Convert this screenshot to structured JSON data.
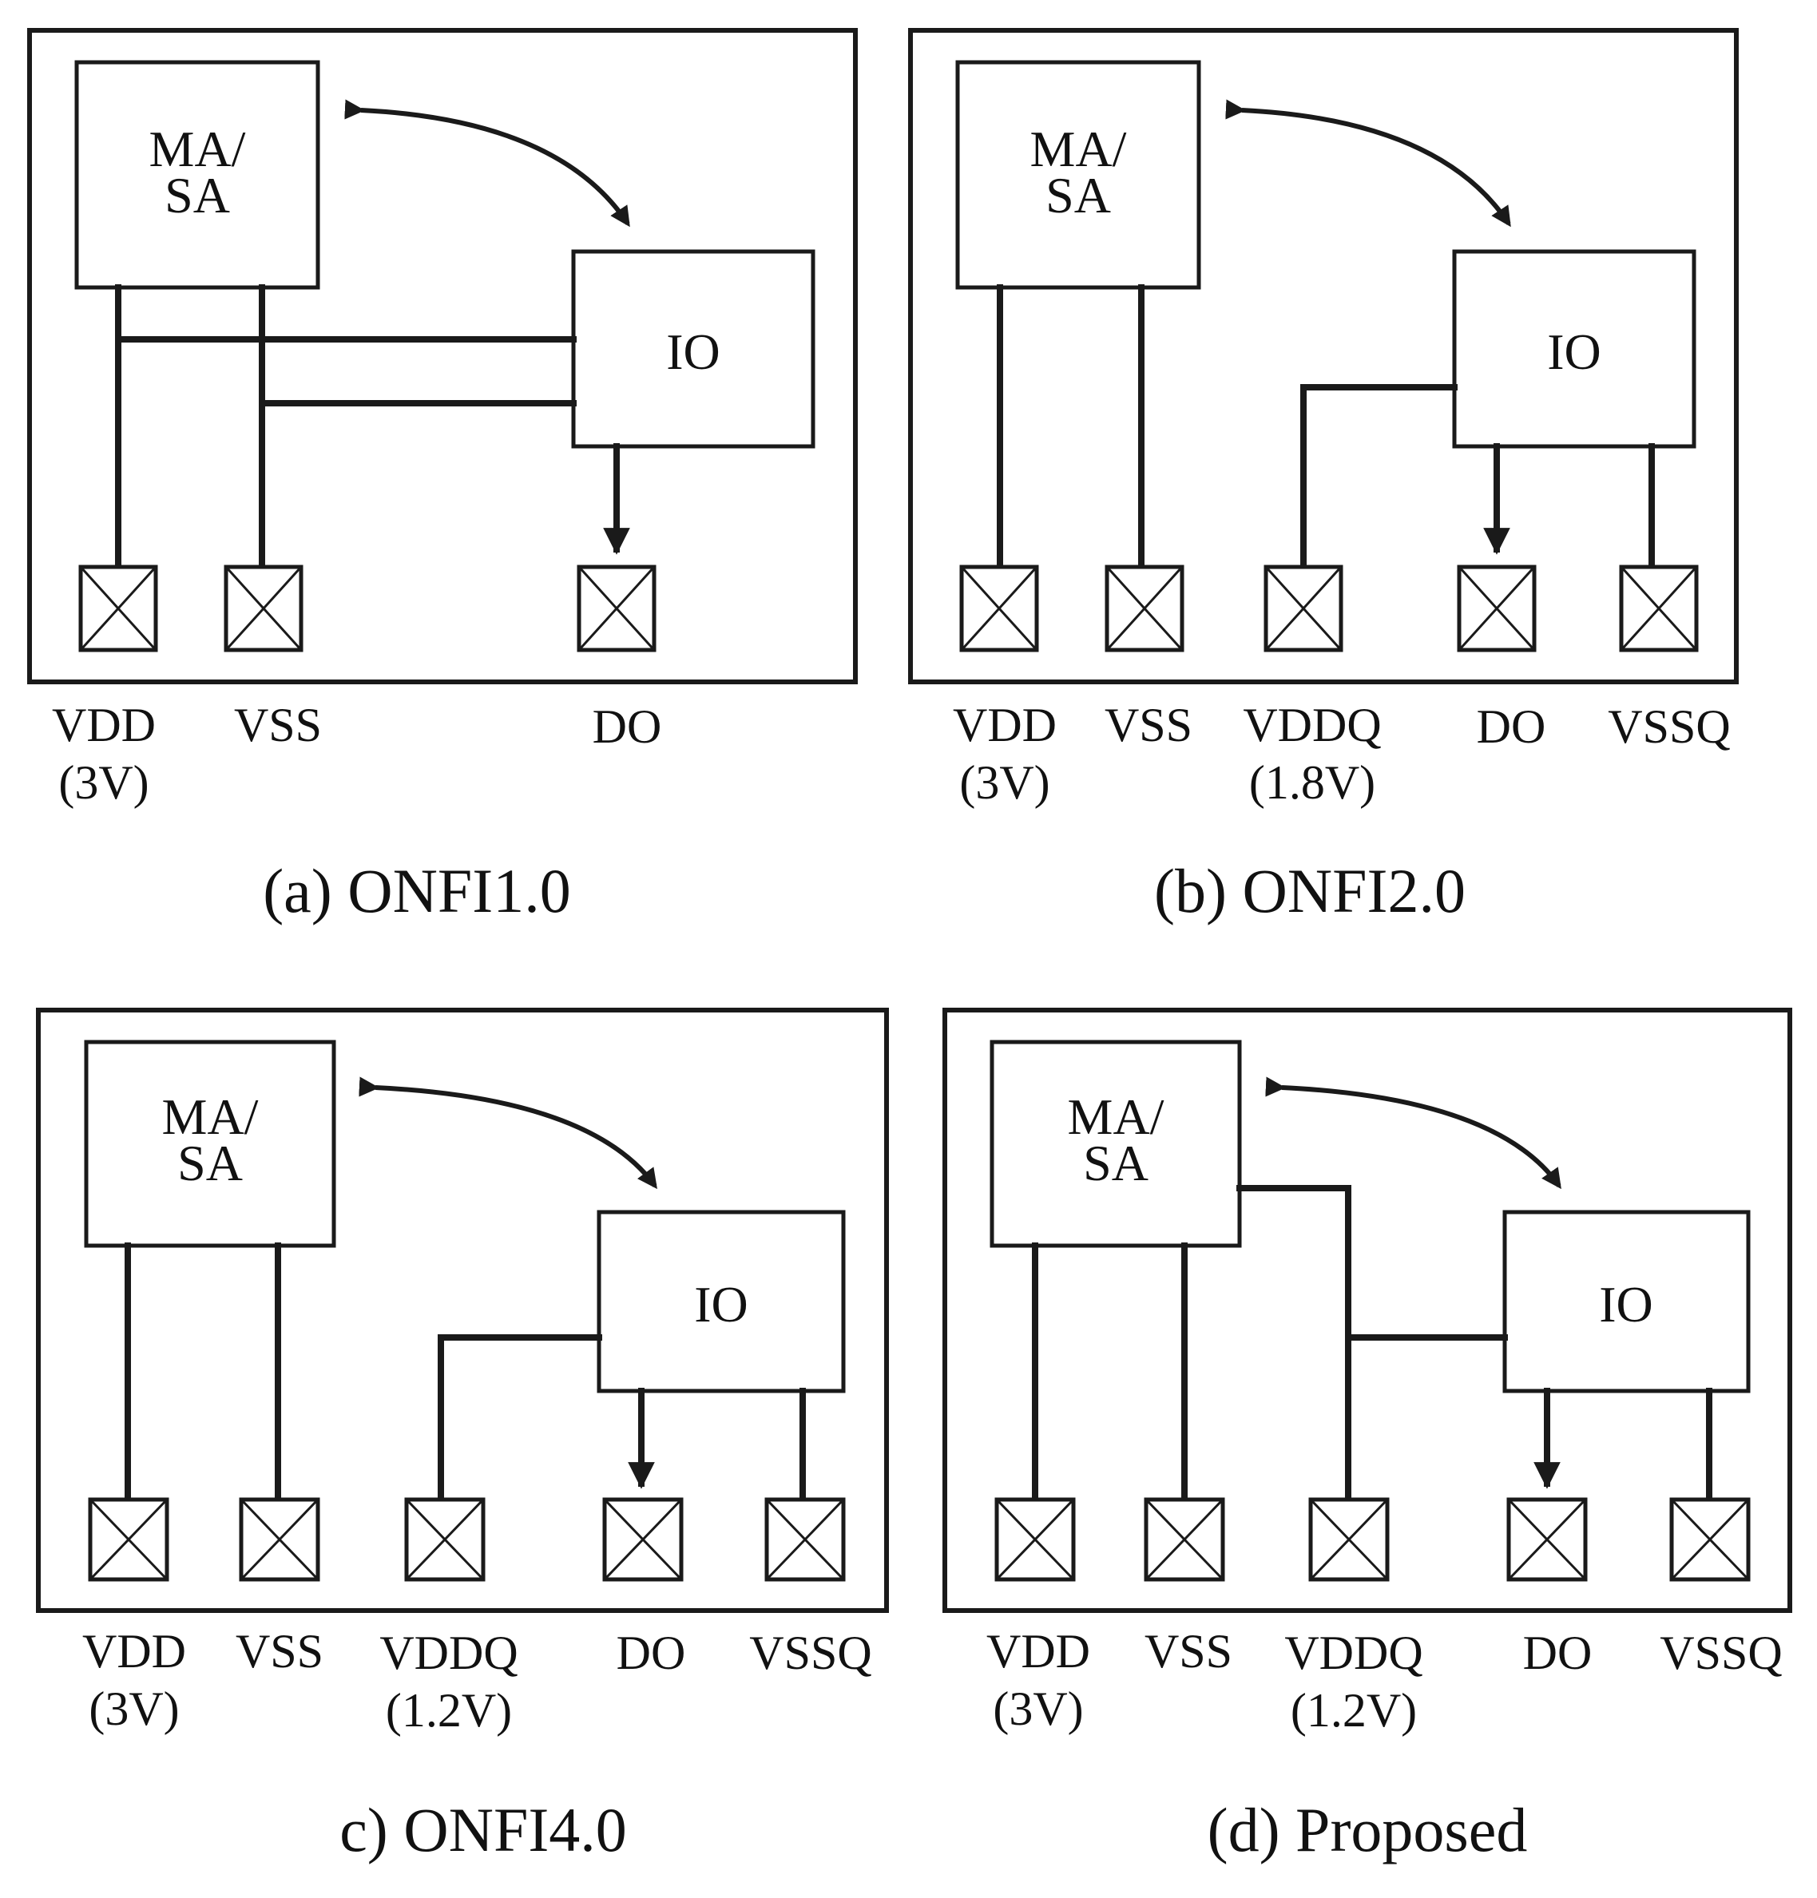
{
  "figure": {
    "panels": [
      {
        "id": "a",
        "caption": "(a) ONFI1.0",
        "blocks": {
          "masa_line1": "MA/",
          "masa_line2": "SA",
          "io": "IO"
        },
        "pins": [
          {
            "name": "VDD",
            "sub": "(3V)"
          },
          {
            "name": "VSS",
            "sub": ""
          },
          {
            "name": "DO",
            "sub": ""
          }
        ]
      },
      {
        "id": "b",
        "caption": "(b) ONFI2.0",
        "blocks": {
          "masa_line1": "MA/",
          "masa_line2": "SA",
          "io": "IO"
        },
        "pins": [
          {
            "name": "VDD",
            "sub": "(3V)"
          },
          {
            "name": "VSS",
            "sub": ""
          },
          {
            "name": "VDDQ",
            "sub": "(1.8V)"
          },
          {
            "name": "DO",
            "sub": ""
          },
          {
            "name": "VSSQ",
            "sub": ""
          }
        ]
      },
      {
        "id": "c",
        "caption": "c) ONFI4.0",
        "blocks": {
          "masa_line1": "MA/",
          "masa_line2": "SA",
          "io": "IO"
        },
        "pins": [
          {
            "name": "VDD",
            "sub": "(3V)"
          },
          {
            "name": "VSS",
            "sub": ""
          },
          {
            "name": "VDDQ",
            "sub": "(1.2V)"
          },
          {
            "name": "DO",
            "sub": ""
          },
          {
            "name": "VSSQ",
            "sub": ""
          }
        ]
      },
      {
        "id": "d",
        "caption": "(d) Proposed",
        "blocks": {
          "masa_line1": "MA/",
          "masa_line2": "SA",
          "io": "IO"
        },
        "pins": [
          {
            "name": "VDD",
            "sub": "(3V)"
          },
          {
            "name": "VSS",
            "sub": ""
          },
          {
            "name": "VDDQ",
            "sub": "(1.2V)"
          },
          {
            "name": "DO",
            "sub": ""
          },
          {
            "name": "VSSQ",
            "sub": ""
          }
        ]
      }
    ]
  }
}
